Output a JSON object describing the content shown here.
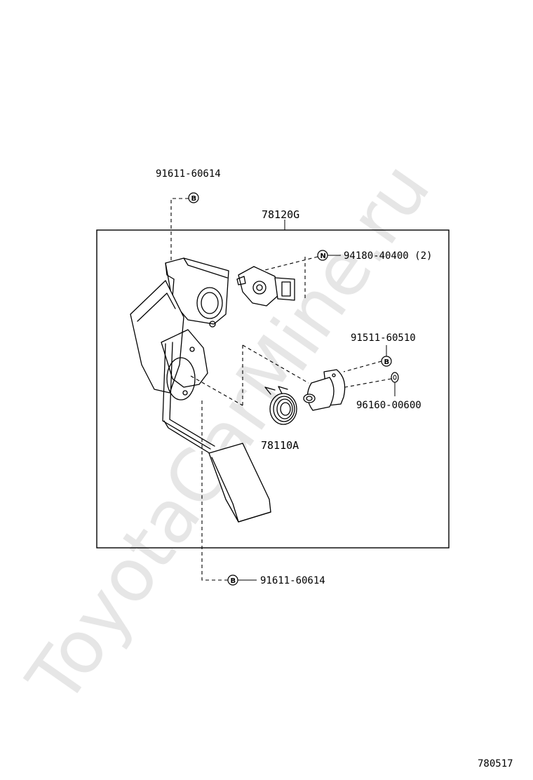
{
  "watermark": "ToyotaCarMine.ru",
  "assembly_label": "78120G",
  "figure_number": "780517",
  "parts": {
    "bolt_top": {
      "part_number": "91611-60614",
      "badge": "B"
    },
    "bolt_bottom": {
      "part_number": "91611-60614",
      "badge": "B"
    },
    "screw_n": {
      "part_number": "94180-40400 (2)",
      "badge": "N"
    },
    "bolt_right": {
      "part_number": "91511-60510",
      "badge": "B"
    },
    "washer": {
      "part_number": "96160-00600"
    },
    "spring": {
      "part_number": "78110A"
    }
  }
}
